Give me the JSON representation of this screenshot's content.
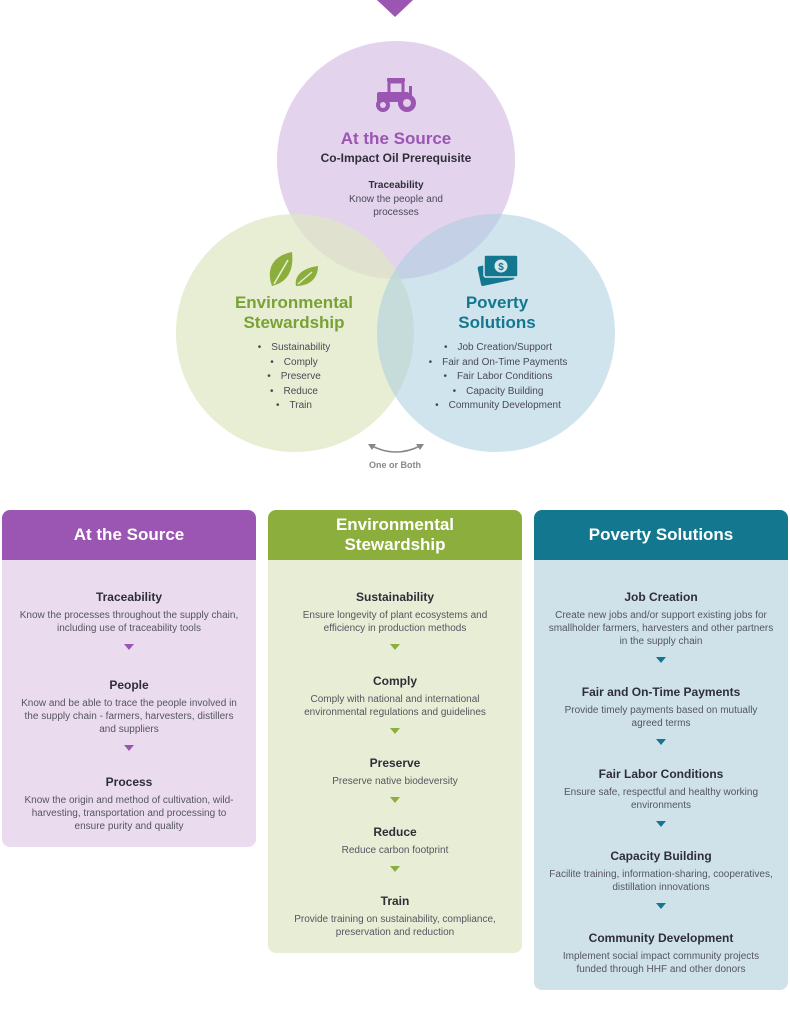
{
  "venn": {
    "source": {
      "title": "At the Source",
      "subtitle": "Co-Impact Oil Prerequisite",
      "item_title": "Traceability",
      "item_desc": "Know the people and processes"
    },
    "environment": {
      "title_line1": "Environmental",
      "title_line2": "Stewardship",
      "items": [
        "Sustainability",
        "Comply",
        "Preserve",
        "Reduce",
        "Train"
      ]
    },
    "poverty": {
      "title_line1": "Poverty",
      "title_line2": "Solutions",
      "items": [
        "Job Creation/Support",
        "Fair and On-Time Payments",
        "Fair Labor Conditions",
        "Capacity Building",
        "Community Development"
      ]
    },
    "connector_label": "One or Both"
  },
  "columns": {
    "source": {
      "title": "At the Source",
      "steps": [
        {
          "title": "Traceability",
          "desc": "Know the processes throughout the supply chain, including use of traceability tools"
        },
        {
          "title": "People",
          "desc": "Know and be able to trace the people involved in the supply chain - farmers, harvesters, distillers and suppliers"
        },
        {
          "title": "Process",
          "desc": "Know the origin and method of cultivation, wild-harvesting, transportation and processing to ensure purity and quality"
        }
      ]
    },
    "environment": {
      "title_line1": "Environmental",
      "title_line2": "Stewardship",
      "steps": [
        {
          "title": "Sustainability",
          "desc": "Ensure longevity of plant ecosystems and efficiency in production methods"
        },
        {
          "title": "Comply",
          "desc": "Comply with national and international environmental regulations and guidelines"
        },
        {
          "title": "Preserve",
          "desc": "Preserve native biodeversity"
        },
        {
          "title": "Reduce",
          "desc": "Reduce carbon footprint"
        },
        {
          "title": "Train",
          "desc": "Provide training on sustainability, compliance, preservation and reduction"
        }
      ]
    },
    "poverty": {
      "title": "Poverty Solutions",
      "steps": [
        {
          "title": "Job Creation",
          "desc": "Create new jobs and/or support existing jobs for smallholder farmers, harvesters and other partners in the supply chain"
        },
        {
          "title": "Fair and On-Time Payments",
          "desc": "Provide timely payments based on mutually agreed terms"
        },
        {
          "title": "Fair Labor Conditions",
          "desc": "Ensure safe, respectful and healthy working environments"
        },
        {
          "title": "Capacity Building",
          "desc": "Facilite training, information-sharing, cooperatives, distillation innovations"
        },
        {
          "title": "Community Development",
          "desc": "Implement social impact community projects funded through HHF and other donors"
        }
      ]
    }
  },
  "colors": {
    "purple": "#9b55b3",
    "purple_light": "#eadcee",
    "green": "#8cae3c",
    "green_light": "#e8eed6",
    "teal": "#13788f",
    "teal_light": "#cfe2ea"
  },
  "icons": [
    "tractor-icon",
    "leaf-icon",
    "money-icon",
    "double-arrow-icon"
  ]
}
